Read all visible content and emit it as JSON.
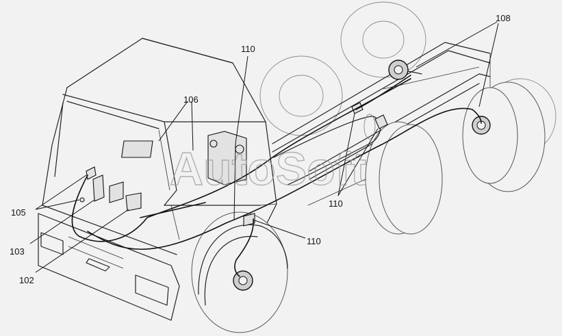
{
  "watermark": {
    "text": "AutoSoft"
  },
  "callouts": {
    "c110_top": "110",
    "c110_mid": "110",
    "c110_bottom": "110",
    "c106": "106",
    "c108": "108",
    "c105": "105",
    "c103": "103",
    "c102": "102"
  }
}
